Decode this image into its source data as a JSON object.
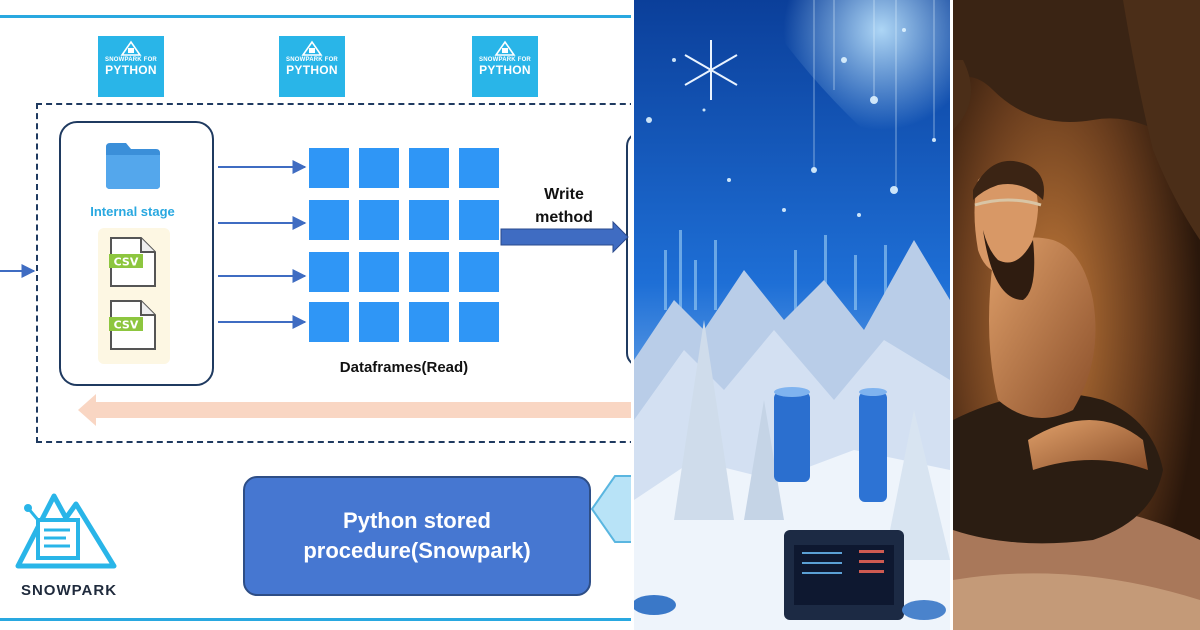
{
  "diagram": {
    "badges": [
      {
        "small": "SNOWPARK FOR",
        "big": "PYTHON"
      },
      {
        "small": "SNOWPARK FOR",
        "big": "PYTHON"
      },
      {
        "small": "SNOWPARK FOR",
        "big": "PYTHON"
      }
    ],
    "internal_stage_label": "Internal stage",
    "csv_files": [
      "CSV",
      "CSV"
    ],
    "write_method_label": [
      "Write",
      "method"
    ],
    "dataframes_label": "Dataframes(Read)",
    "stored_procedure_label": [
      "Python stored",
      "procedure(Snowpark)"
    ],
    "snowpark_wordmark": "SNOWPARK",
    "colors": {
      "accent_line": "#29a8e0",
      "badge": "#29b5e8",
      "grid_cell": "#2f96f6",
      "outline": "#1f3a60",
      "procedure_box": "#4677d1",
      "return_arrow": "#f9d6c3",
      "write_arrow": "#3f6cc2",
      "csv_green": "#8dc63f"
    },
    "icons": [
      "snowpark-mountain-icon",
      "folder-icon",
      "csv-file-icon",
      "arrow-right-icon"
    ]
  },
  "images": {
    "winter": {
      "colors": {
        "sky": "#1e6fd6",
        "snow": "#dce8f7"
      }
    },
    "cave": {
      "colors": {
        "rock": "#3a2414",
        "glow": "#c27a3a"
      }
    }
  }
}
